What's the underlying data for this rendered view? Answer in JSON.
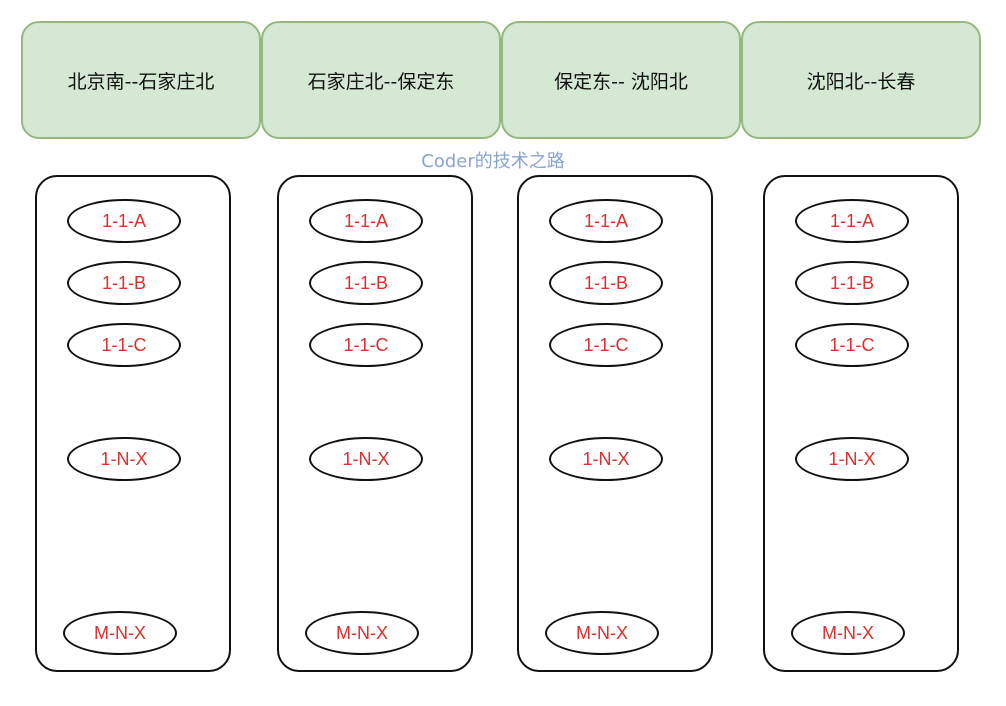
{
  "diagram": {
    "segments": [
      {
        "label": "北京南--石家庄北",
        "nodes": [
          "1-1-A",
          "1-1-B",
          "1-1-C",
          "1-N-X",
          "M-N-X"
        ]
      },
      {
        "label": "石家庄北--保定东",
        "nodes": [
          "1-1-A",
          "1-1-B",
          "1-1-C",
          "1-N-X",
          "M-N-X"
        ]
      },
      {
        "label": "保定东-- 沈阳北",
        "nodes": [
          "1-1-A",
          "1-1-B",
          "1-1-C",
          "1-N-X",
          "M-N-X"
        ]
      },
      {
        "label": "沈阳北--长春",
        "nodes": [
          "1-1-A",
          "1-1-B",
          "1-1-C",
          "1-N-X",
          "M-N-X"
        ]
      }
    ],
    "watermark": "Coder的技术之路",
    "colors": {
      "header_fill": "#d5e8d4",
      "header_border": "#93b97d",
      "node_text": "#d6322e",
      "watermark": "#8aa4d0"
    }
  }
}
